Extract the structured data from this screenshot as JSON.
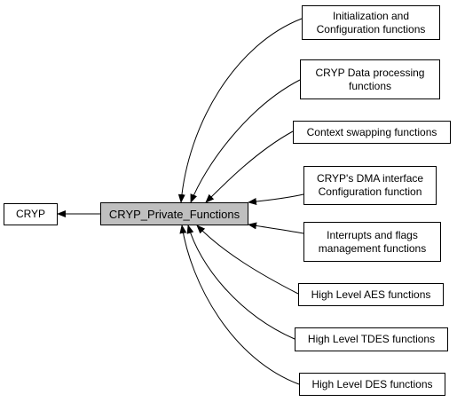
{
  "diagram": {
    "type": "collaboration-graph",
    "center": {
      "id": "center",
      "label": "CRYP_Private_Functions",
      "fill": "#bfbfbf"
    },
    "parent": {
      "id": "parent",
      "label": "CRYP"
    },
    "children": [
      {
        "id": "init",
        "label": "Initialization and Configuration functions"
      },
      {
        "id": "dataproc",
        "label": "CRYP Data processing functions"
      },
      {
        "id": "context",
        "label": "Context swapping functions"
      },
      {
        "id": "dma",
        "label": "CRYP's DMA interface Configuration function"
      },
      {
        "id": "irq",
        "label": "Interrupts and flags management functions"
      },
      {
        "id": "aes",
        "label": "High Level AES functions"
      },
      {
        "id": "tdes",
        "label": "High Level TDES functions"
      },
      {
        "id": "des",
        "label": "High Level DES functions"
      }
    ],
    "colors": {
      "stroke": "#000000",
      "node_fill": "#ffffff",
      "center_fill": "#bfbfbf"
    }
  }
}
